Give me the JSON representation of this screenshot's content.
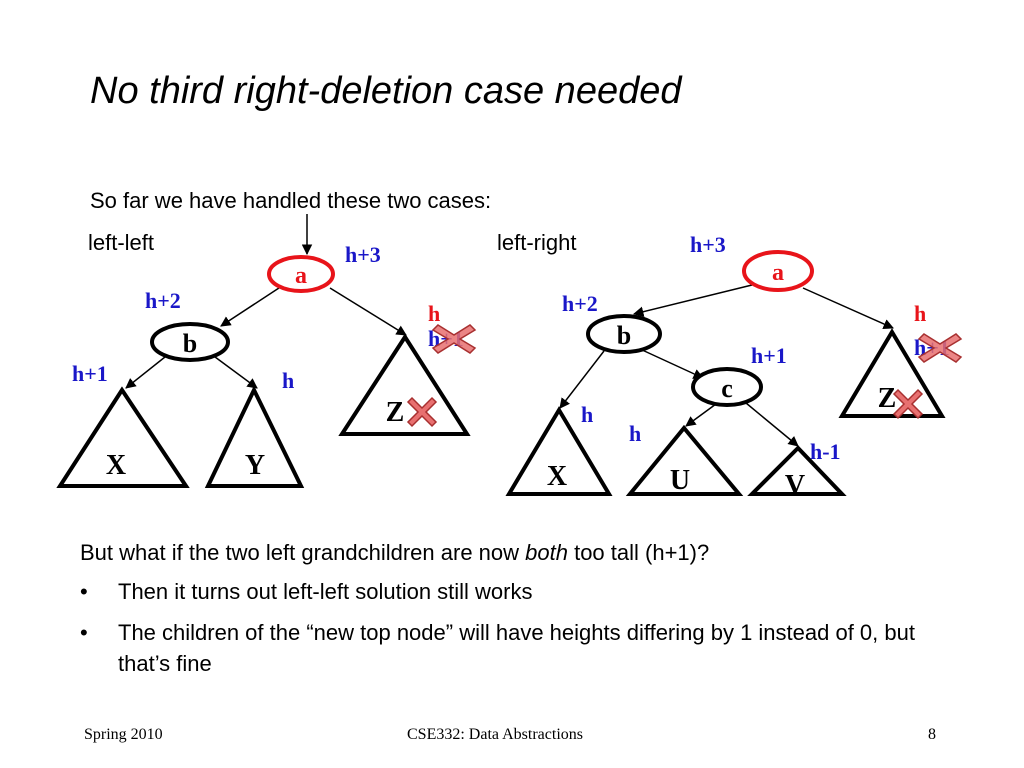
{
  "slide": {
    "title": "No third right-deletion case needed",
    "intro": "So far we have handled these two cases:",
    "case_left_label": "left-left",
    "case_right_label": "left-right"
  },
  "left_tree": {
    "node_a": "a",
    "node_b": "b",
    "label_a_height": "h+3",
    "label_b_height": "h+2",
    "label_x_height": "h+1",
    "label_y_height": "h",
    "label_z_new": "h",
    "label_z_old": "h+1",
    "subtree_x": "X",
    "subtree_y": "Y",
    "subtree_z": "Z"
  },
  "right_tree": {
    "node_a": "a",
    "node_b": "b",
    "node_c": "c",
    "label_a_height": "h+3",
    "label_b_height": "h+2",
    "label_c_height": "h+1",
    "label_x_height": "h",
    "label_u_height": "h",
    "label_v_height": "h-1",
    "label_z_new": "h",
    "label_z_old": "h+1",
    "subtree_x": "X",
    "subtree_u": "U",
    "subtree_v": "V",
    "subtree_z": "Z"
  },
  "bottom": {
    "question_pre": "But what if the two left grandchildren are now ",
    "question_em": "both",
    "question_post": " too tall (h+1)?",
    "bullet_char": "•",
    "bullet_1": "Then it turns out left-left solution still works",
    "bullet_2": "The children of the “new top node” will have heights differing by 1 instead of 0, but that’s fine"
  },
  "footer": {
    "left": "Spring 2010",
    "center": "CSE332: Data Abstractions",
    "right": "8"
  },
  "colors": {
    "highlight_red": "#e8141a",
    "label_blue": "#1a17c8",
    "cross_fill": "#e87070",
    "cross_stroke": "#a83030"
  }
}
